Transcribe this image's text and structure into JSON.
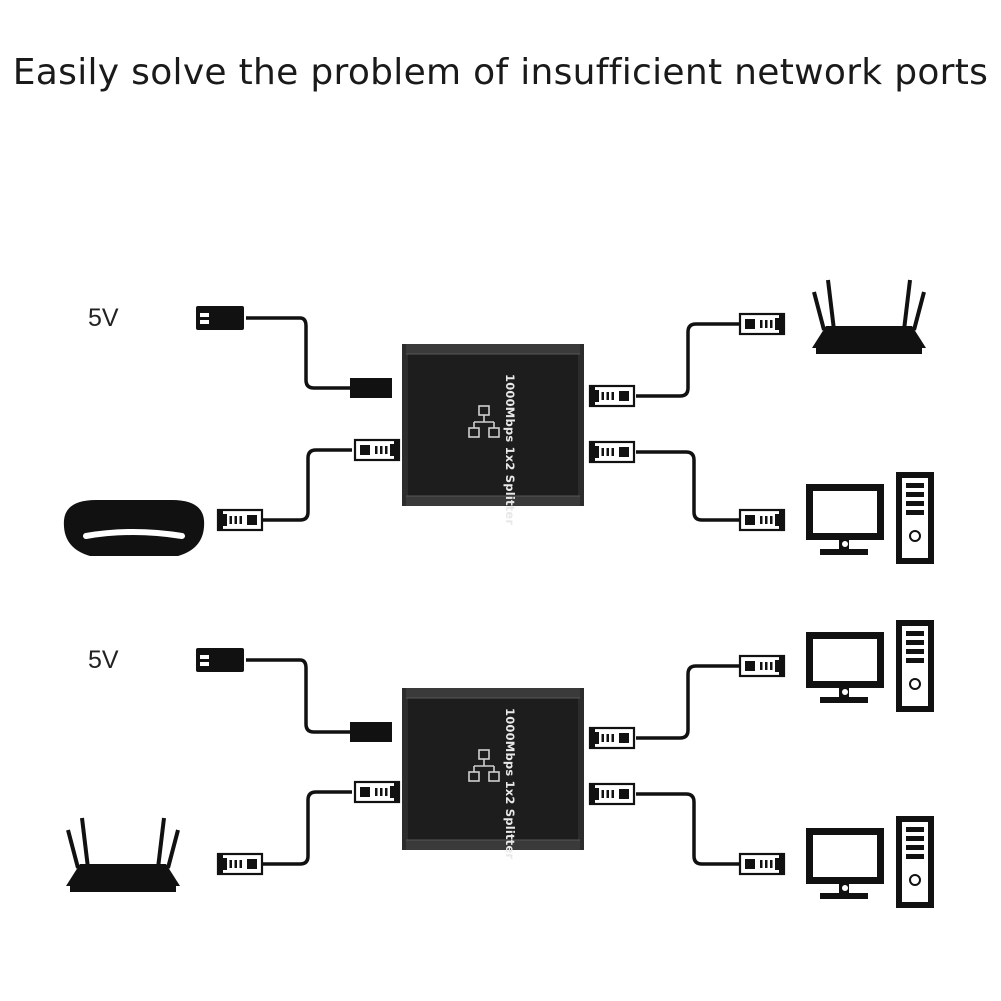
{
  "headline": "Easily solve the problem of insufficient network ports",
  "setups": [
    {
      "power_label": "5V",
      "device_label": "1000Mbps 1x2 Splitter",
      "input_device": "modem-icon",
      "output_devices": [
        "router-icon",
        "desktop-computer-icon"
      ]
    },
    {
      "power_label": "5V",
      "device_label": "1000Mbps 1x2 Splitter",
      "input_device": "router-icon",
      "output_devices": [
        "desktop-computer-icon",
        "desktop-computer-icon"
      ]
    }
  ]
}
